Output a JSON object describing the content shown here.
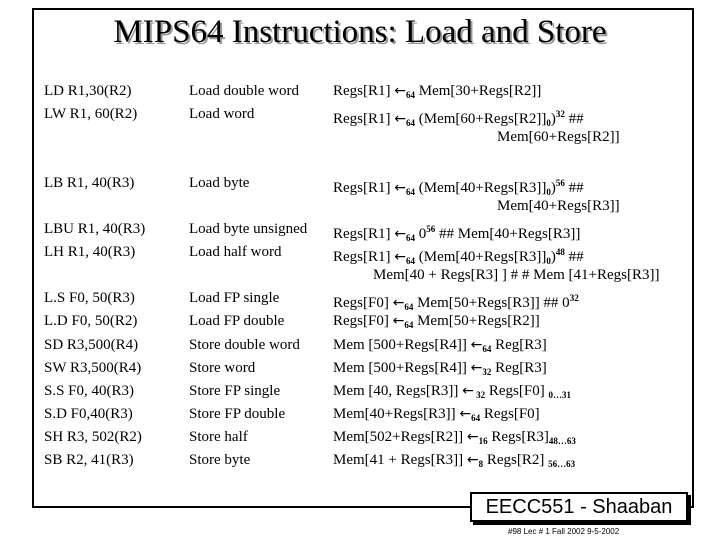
{
  "title": "MIPS64 Instructions: Load and Store",
  "rows": [
    {
      "instr": "LD R1,30(R2)",
      "desc": "Load double word"
    },
    {
      "instr": "LW R1, 60(R2)",
      "desc": "Load word"
    },
    {
      "instr": "LB R1, 40(R3)",
      "desc": "Load byte"
    },
    {
      "instr": "LBU R1, 40(R3)",
      "desc": "Load byte unsigned"
    },
    {
      "instr": "LH R1, 40(R3)",
      "desc": "Load half word"
    },
    {
      "instr": "L.S F0, 50(R3)",
      "desc": "Load FP single"
    },
    {
      "instr": "L.D F0, 50(R2)",
      "desc": "Load FP double"
    },
    {
      "instr": "SD R3,500(R4)",
      "desc": "Store double word"
    },
    {
      "instr": "SW R3,500(R4)",
      "desc": "Store word"
    },
    {
      "instr": "S.S F0, 40(R3)",
      "desc": "Store FP single"
    },
    {
      "instr": "S.D F0,40(R3)",
      "desc": "Store FP double"
    },
    {
      "instr": "SH  R3, 502(R2)",
      "desc": "Store half"
    },
    {
      "instr": "SB  R2, 41(R3)",
      "desc": "Store byte"
    }
  ],
  "ops": {
    "ld_a": "Regs[R1]",
    "ld_sub": "64",
    "ld_b": " Mem[30+Regs[R2]]",
    "lw_a": "Regs[R1]",
    "lw_sub": "64",
    "lw_b": " (Mem[60+Regs[R2]]",
    "lw_sub0": "0",
    "lw_c": ")",
    "lw_sup": "32",
    "lw_d": " ##",
    "lw_cont": "Mem[60+Regs[R2]]",
    "lb_a": "Regs[R1]",
    "lb_sub": "64",
    "lb_b": " (Mem[40+Regs[R3]]",
    "lb_sub0": "0",
    "lb_c": ")",
    "lb_sup": "56",
    "lb_d": " ##",
    "lb_cont": "Mem[40+Regs[R3]]",
    "lbu_a": "Regs[R1]",
    "lbu_sub": "64",
    "lbu_b": " 0",
    "lbu_sup": "56",
    "lbu_c": " ## Mem[40+Regs[R3]]",
    "lh_a": "Regs[R1]",
    "lh_sub": "64",
    "lh_b": " (Mem[40+Regs[R3]]",
    "lh_sub0": "0",
    "lh_c": ")",
    "lh_sup": "48",
    "lh_d": " ##",
    "lh_cont": "Mem[40 + Regs[R3] ] # # Mem [41+Regs[R3]]",
    "ls_a": "Regs[F0]",
    "ls_sub": "64",
    "ls_b": "  Mem[50+Regs[R3]] ## 0",
    "ls_sup": "32",
    "ldd_a": "Regs[F0] ",
    "ldd_sub": "64",
    "ldd_b": " Mem[50+Regs[R2]]",
    "sd_a": "Mem  [500+Regs[R4]] ",
    "sd_sub": "64",
    "sd_b": " Reg[R3]",
    "sw_a": "Mem  [500+Regs[R4]] ",
    "sw_sub": "32",
    "sw_b": " Reg[R3]",
    "ss_a": "Mem  [40, Regs[R3]] ",
    "ss_sub": " 32",
    "ss_b": " Regs[F0] ",
    "ss_sub2": "0…31",
    "sdd_a": "Mem[40+Regs[R3]] ",
    "sdd_sub": "64",
    "sdd_b": "  Regs[F0]",
    "sh_a": "Mem[502+Regs[R2]] ",
    "sh_sub": "16",
    "sh_b": " Regs[R3]",
    "sh_sub2": "48…63",
    "sb_a": "Mem[41 + Regs[R3]] ",
    "sb_sub": "8",
    "sb_b": "  Regs[R2] ",
    "sb_sub2": "56…63"
  },
  "badge": "EECC551 - Shaaban",
  "footer": "#98   Lec # 1 Fall 2002  9-5-2002"
}
